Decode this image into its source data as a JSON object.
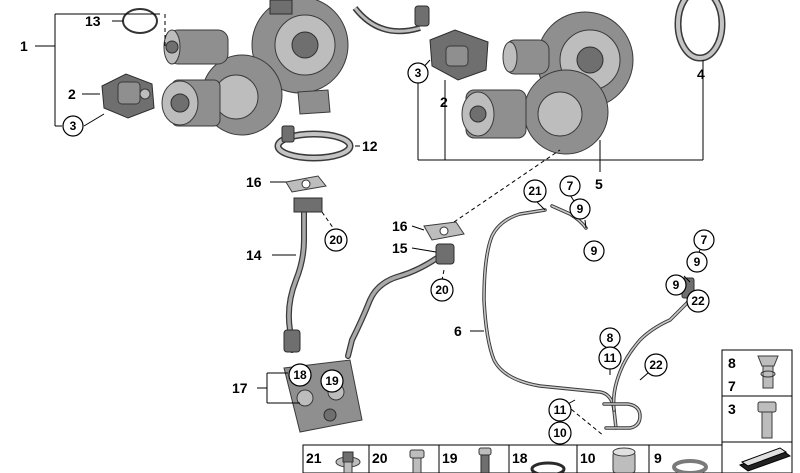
{
  "callouts": {
    "c1": "1",
    "c2a": "2",
    "c3a": "3",
    "c13": "13",
    "c12": "12",
    "c16a": "16",
    "c14": "14",
    "c20a": "20",
    "c17": "17",
    "c18a": "18",
    "c19a": "19",
    "c16b": "16",
    "c15": "15",
    "c20b": "20",
    "c3b": "3",
    "c2b": "2",
    "c4": "4",
    "c5": "5",
    "c21a": "21",
    "c7a": "7",
    "c9a": "9",
    "c9b": "9",
    "c6": "6",
    "c7b": "7",
    "c9c": "9",
    "c9d": "9",
    "c22a": "22",
    "c8a": "8",
    "c11a": "11",
    "c22b": "22",
    "c11b": "11",
    "c10a": "10"
  },
  "legend_side": {
    "row1_top": "8",
    "row1_bottom": "7",
    "row2": "3"
  },
  "legend_bottom": [
    "21",
    "20",
    "19",
    "18",
    "10",
    "9"
  ]
}
